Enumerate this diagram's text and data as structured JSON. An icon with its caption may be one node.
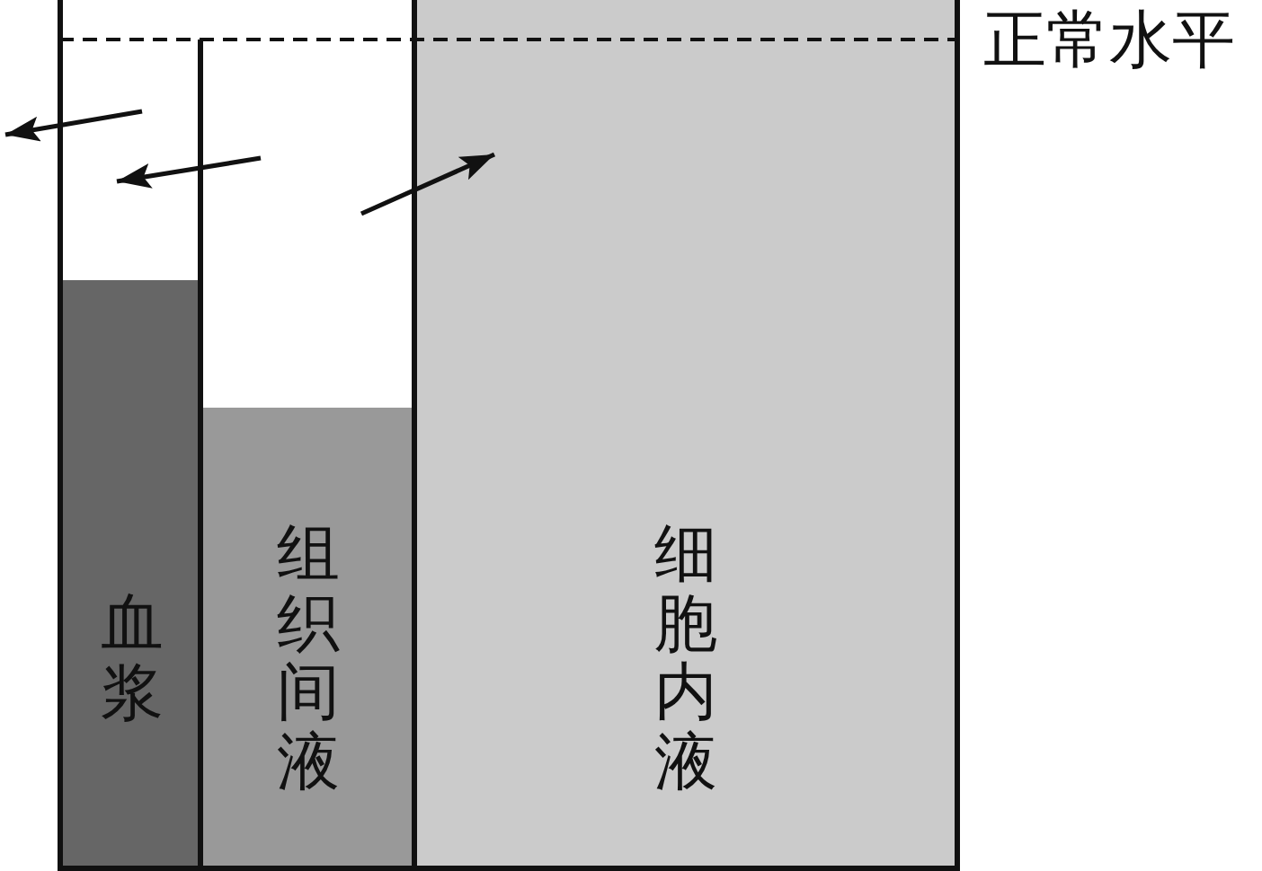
{
  "diagram": {
    "nodes": [
      {
        "text": [
          "血浆"
        ]
      },
      {
        "text": [
          "组织间液"
        ]
      },
      {
        "text": [
          "细胞内液"
        ]
      }
    ],
    "edges": [
      {
        "from": 0,
        "to": null,
        "arrow": "to"
      },
      {
        "from": 1,
        "to": 0,
        "arrow": "to"
      },
      {
        "from": 1,
        "to": 2,
        "arrow": "to"
      }
    ],
    "labels": [
      "正常水平"
    ]
  }
}
